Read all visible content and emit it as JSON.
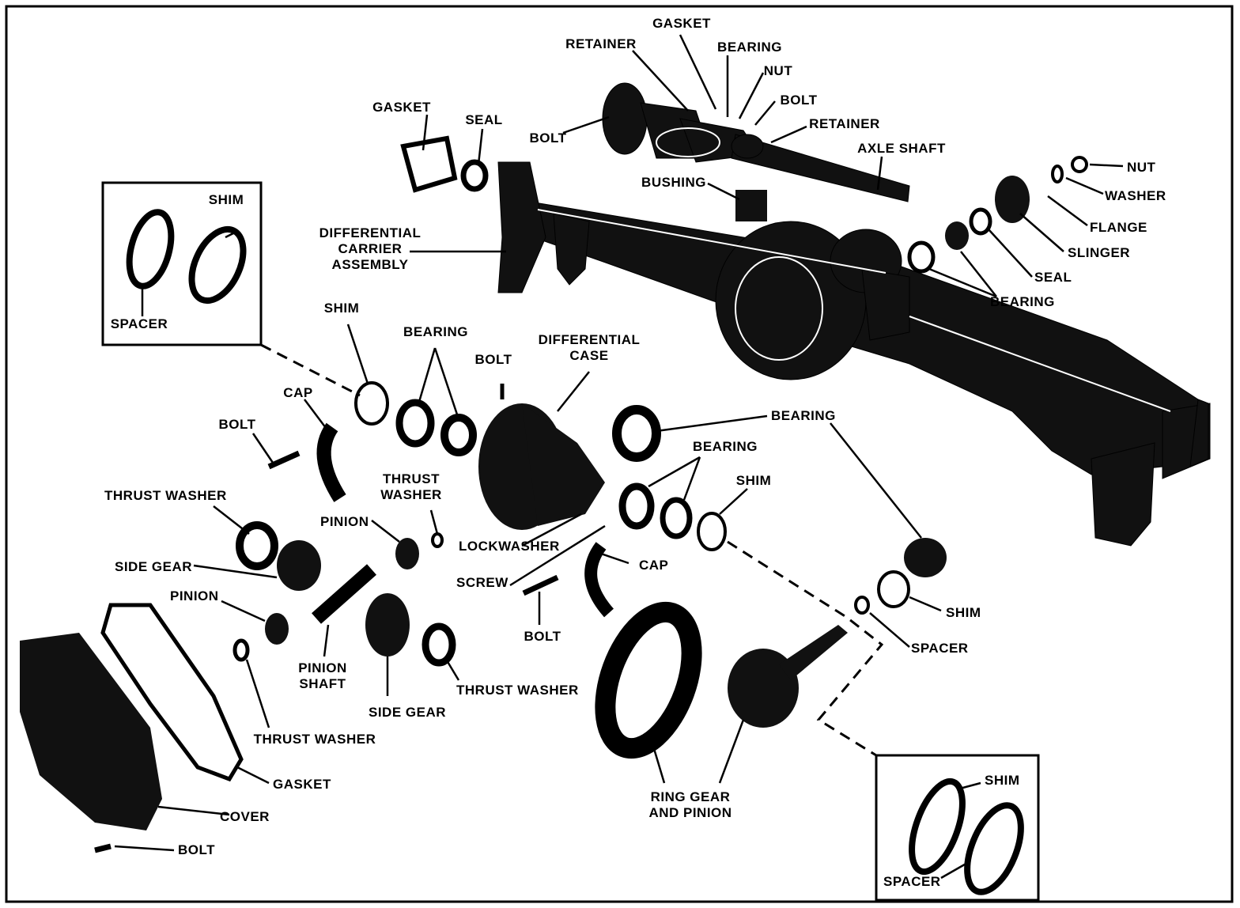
{
  "labels": {
    "gasket_top": "GASKET",
    "retainer_top": "RETAINER",
    "bearing_top": "BEARING",
    "nut_top": "NUT",
    "bolt_top_right": "BOLT",
    "retainer_right": "RETAINER",
    "axle_shaft": "AXLE SHAFT",
    "gasket_left": "GASKET",
    "seal_left": "SEAL",
    "bolt_top": "BOLT",
    "bushing": "BUSHING",
    "nut_right": "NUT",
    "washer_right": "WASHER",
    "flange": "FLANGE",
    "slinger": "SLINGER",
    "seal_right": "SEAL",
    "bearing_right": "BEARING",
    "shim_inset_top": "SHIM",
    "spacer_inset_top": "SPACER",
    "diff_carrier": "DIFFERENTIAL\nCARRIER\nASSEMBLY",
    "shim_left": "SHIM",
    "bearing_left": "BEARING",
    "bolt_mid": "BOLT",
    "diff_case": "DIFFERENTIAL\nCASE",
    "bearing_mid": "BEARING",
    "bearing_mid2": "BEARING",
    "shim_mid": "SHIM",
    "cap_left": "CAP",
    "bolt_left": "BOLT",
    "thrust_washer_mid": "THRUST\nWASHER",
    "thrust_washer_left": "THRUST WASHER",
    "pinion_upper": "PINION",
    "lockwasher": "LOCKWASHER",
    "side_gear_left": "SIDE GEAR",
    "screw": "SCREW",
    "cap_right": "CAP",
    "pinion_lower": "PINION",
    "bolt_center": "BOLT",
    "shim_lower_right": "SHIM",
    "spacer_lower_right": "SPACER",
    "pinion_shaft": "PINION\nSHAFT",
    "thrust_washer_bottom": "THRUST WASHER",
    "side_gear_bottom": "SIDE GEAR",
    "thrust_washer_lower": "THRUST WASHER",
    "gasket_bottom": "GASKET",
    "cover": "COVER",
    "bolt_bottom": "BOLT",
    "ring_gear": "RING GEAR\nAND PINION",
    "shim_inset_bottom": "SHIM",
    "spacer_inset_bottom": "SPACER"
  }
}
